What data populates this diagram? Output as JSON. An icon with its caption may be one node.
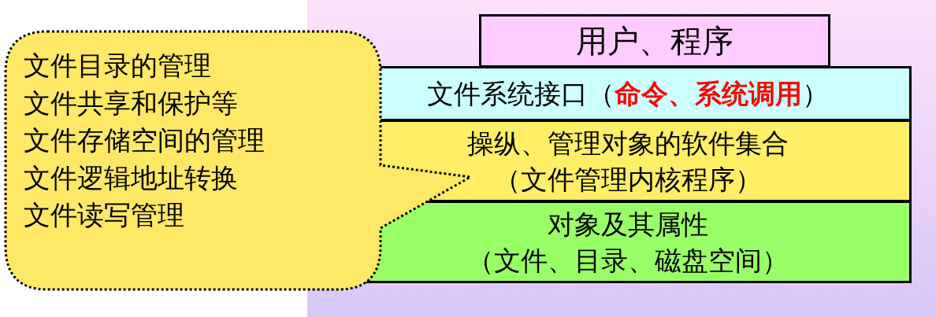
{
  "diagram": {
    "nodes": [
      {
        "text": [
          "用户、程序"
        ]
      },
      {
        "text": [
          "文件系统接口（**命令、系统调用**）"
        ]
      },
      {
        "text": [
          "操纵、管理对象的软件集合",
          "（文件管理内核程序）"
        ]
      },
      {
        "text": [
          "对象及其属性",
          "（文件、目录、磁盘空间）"
        ]
      },
      {
        "text": [
          "文件目录的管理",
          "文件共享和保护等",
          "文件存储空间的管理",
          "文件逻辑地址转换",
          "文件读写管理"
        ]
      }
    ]
  }
}
